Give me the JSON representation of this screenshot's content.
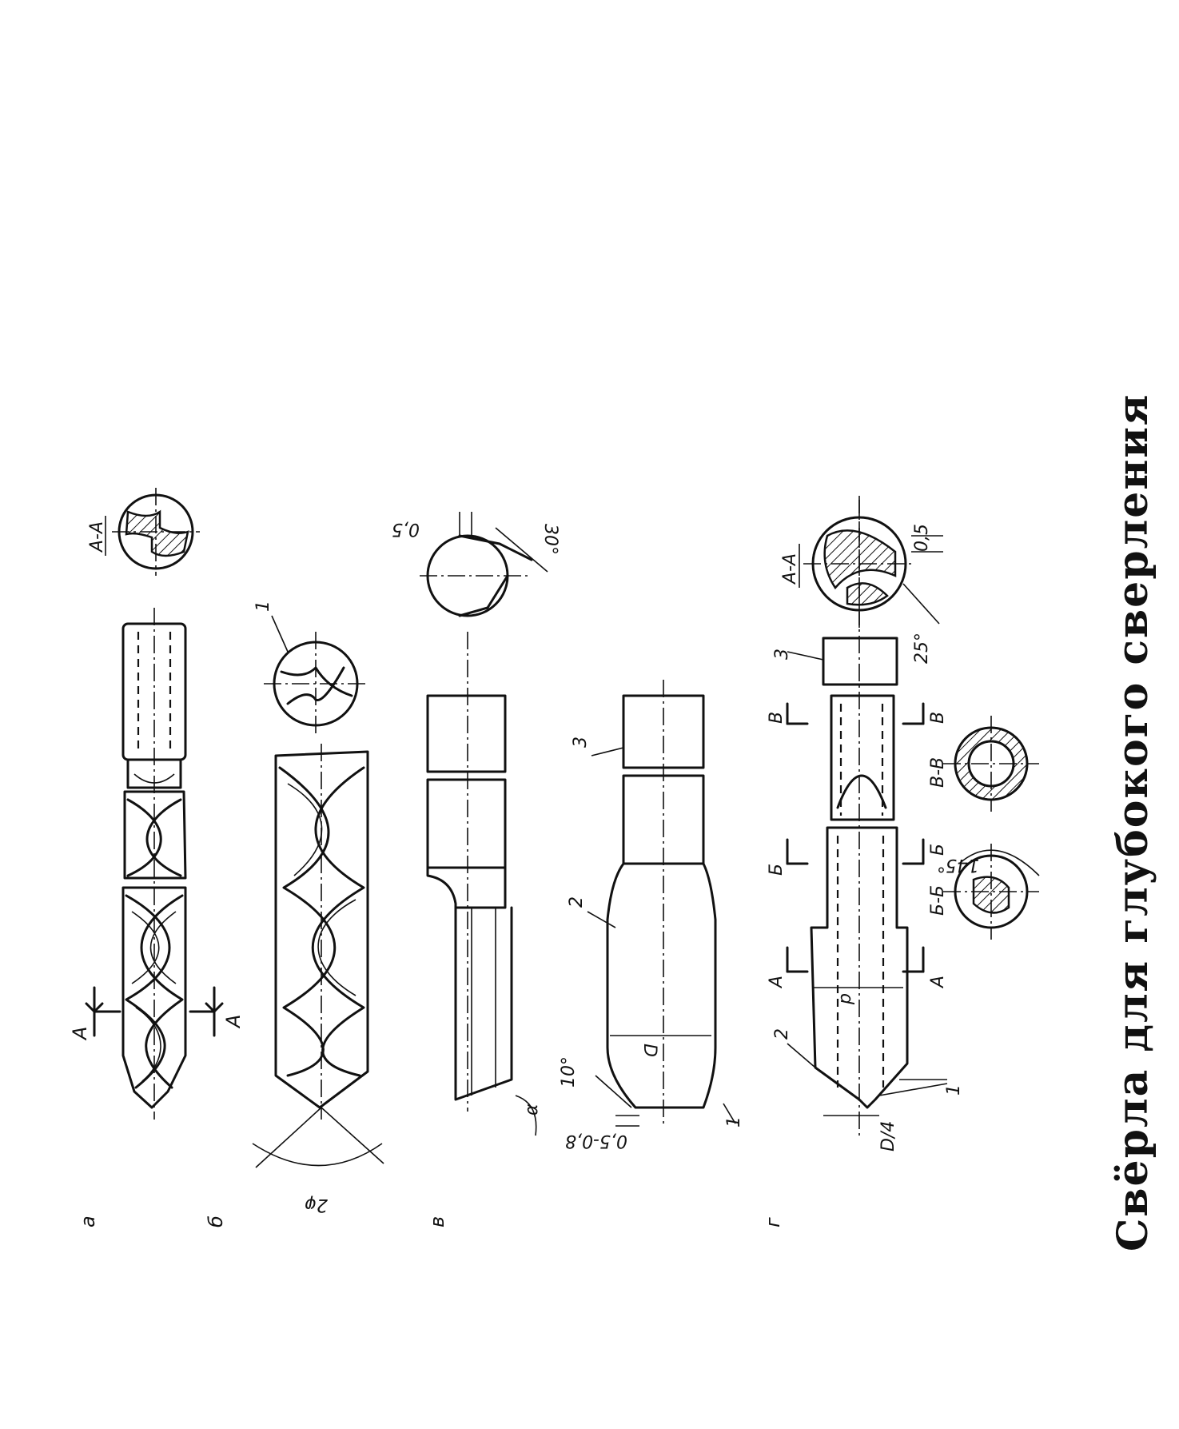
{
  "title": "Свёрла для глубокого сверления",
  "figure_letters": {
    "a": "а",
    "b": "б",
    "v": "в",
    "g": "г"
  },
  "labels": {
    "section_a_a": "А-А",
    "section_b_b": "Б-Б",
    "section_v_v": "В-В",
    "cut_a": "А",
    "cut_b": "Б",
    "cut_v": "В",
    "angle_2phi": "2φ",
    "dim_0_5": "0,5",
    "dim_0_5_0_8": "0,5-0,8",
    "angle_30": "30°",
    "angle_10": "10°",
    "angle_alpha": "α",
    "dim_d": "D",
    "dim_d_small": "d",
    "angle_25": "25°",
    "angle_145": "145°",
    "dim_d4": "D/4",
    "part_1": "1",
    "part_2": "2",
    "part_3": "3"
  }
}
